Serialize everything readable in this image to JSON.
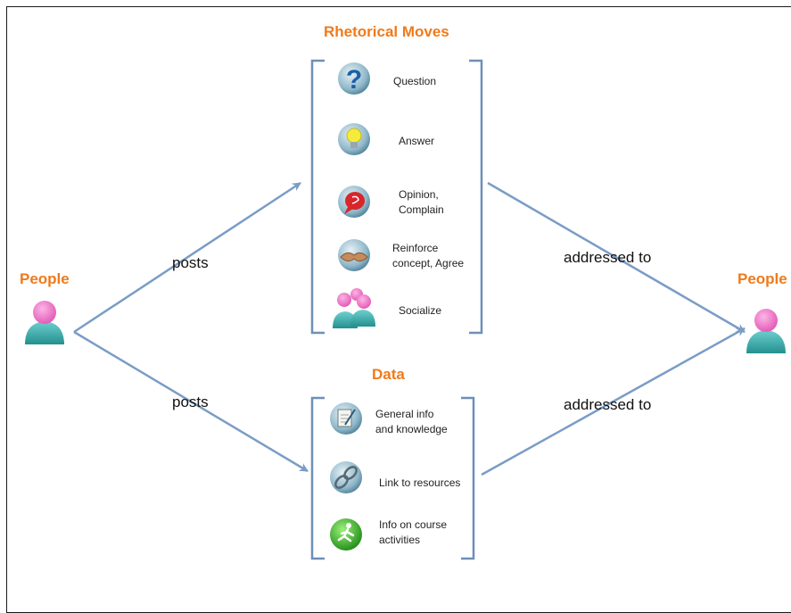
{
  "left_node": {
    "label": "People",
    "icon": "person-icon"
  },
  "right_node": {
    "label": "People",
    "icon": "person-icon"
  },
  "rhetorical": {
    "title": "Rhetorical Moves",
    "items": [
      {
        "label": "Question",
        "icon": "question-icon"
      },
      {
        "label": "Answer",
        "icon": "lightbulb-icon"
      },
      {
        "label": "Opinion,\nComplain",
        "icon": "speech-bubble-icon"
      },
      {
        "label": "Reinforce\nconcept, Agree",
        "icon": "handshake-icon"
      },
      {
        "label": "Socialize",
        "icon": "group-icon"
      }
    ]
  },
  "data_group": {
    "title": "Data",
    "items": [
      {
        "label": "General info\nand knowledge",
        "icon": "notepad-icon"
      },
      {
        "label": "Link to resources",
        "icon": "chain-link-icon"
      },
      {
        "label": "Info on course\nactivities",
        "icon": "runner-icon"
      }
    ]
  },
  "edges": {
    "posts_top": "posts",
    "posts_bottom": "posts",
    "addressed_top": "addressed to",
    "addressed_bottom": "addressed to"
  },
  "colors": {
    "accent": "#f07a1a",
    "arrow": "#7a9cc6",
    "bracket": "#6e8fb8",
    "person_head": "#ee72c4",
    "person_body": "#3aa9a8"
  }
}
